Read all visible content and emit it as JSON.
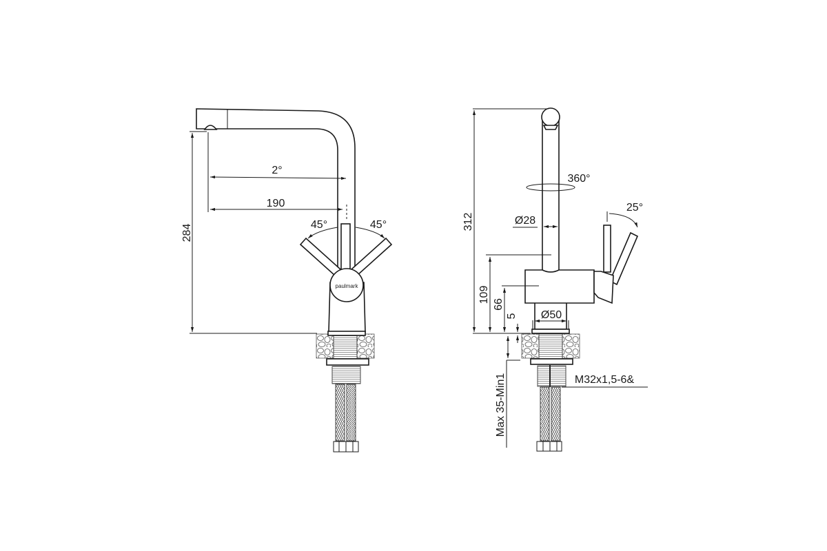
{
  "drawing": {
    "front_view": {
      "brand_logo": "paulmark",
      "dimensions": {
        "height": "284",
        "swivel_angle": "2°",
        "reach": "190",
        "lever_left": "45°",
        "lever_right": "45°"
      }
    },
    "side_view": {
      "dimensions": {
        "total_height": "312",
        "rotation": "360°",
        "spout_diameter": "Ø28",
        "lever_tilt": "25°",
        "body_height": "109",
        "lever_axis_height": "66",
        "base_height": "5",
        "base_diameter": "Ø50",
        "counter_thickness": "Max 35-Min1",
        "thread": "M32x1,5-6&"
      }
    },
    "line_color": "#1a1a1a"
  }
}
